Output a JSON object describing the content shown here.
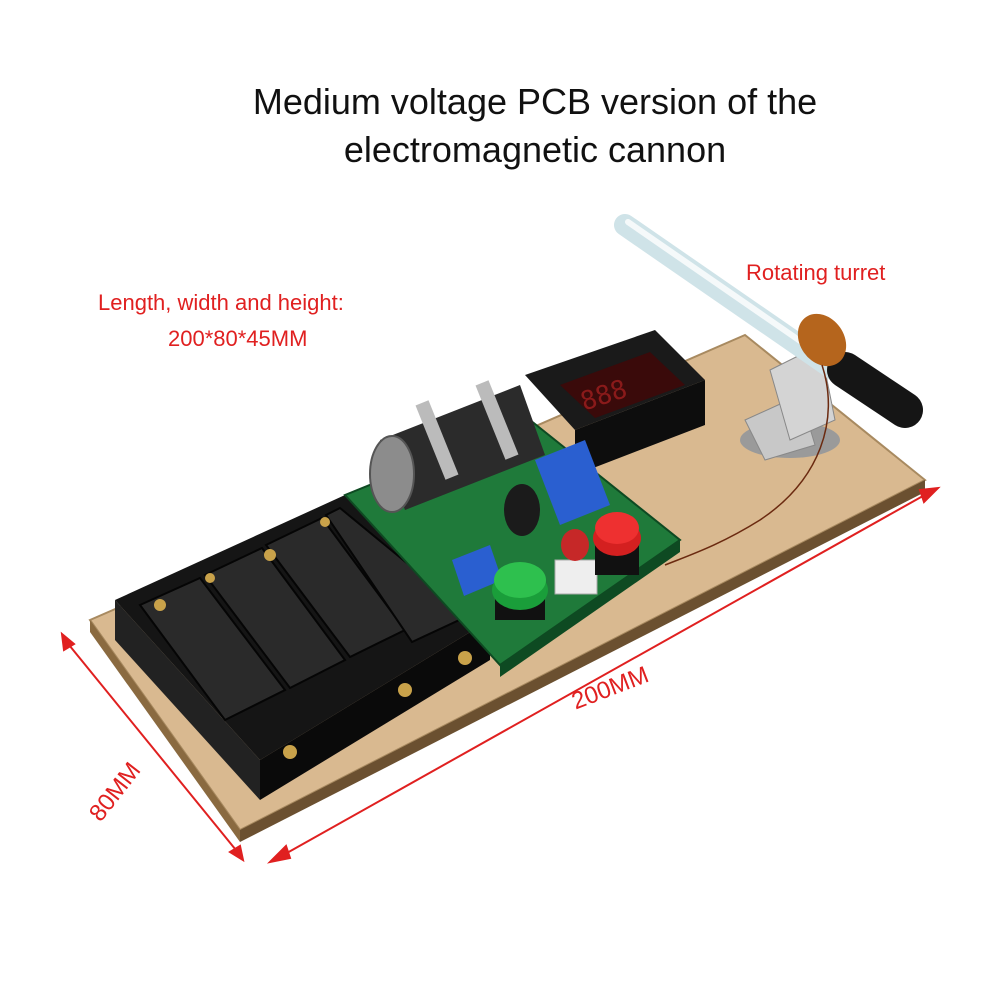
{
  "title": {
    "line1": "Medium voltage PCB version of the",
    "line2": "electromagnetic cannon"
  },
  "dimensions": {
    "line1": "Length, width and height:",
    "line2": "200*80*45MM"
  },
  "turret_label": "Rotating turret",
  "length_label": "200MM",
  "width_label": "80MM",
  "colors": {
    "accent_red": "#e02020",
    "wood": "#d9b990",
    "pcb": "#1f7a3a"
  }
}
